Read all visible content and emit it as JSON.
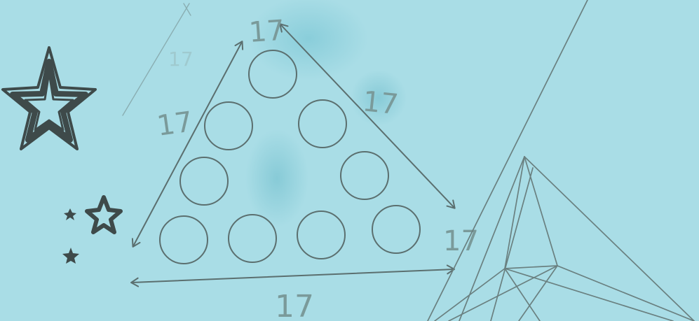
{
  "colors": {
    "paper": "#a9dde6",
    "pencil": "#5b6f6f",
    "faint_pencil": "#8aaeb2",
    "star_ink": "#3e4a4a",
    "watercolor": "#8fd0dc"
  },
  "labels": {
    "top": "17",
    "left": "17",
    "right": "17",
    "bottom": "17",
    "right_edge": "17",
    "corner_faint": "17"
  },
  "circles": {
    "rows": [
      1,
      2,
      2,
      4
    ],
    "total": 9
  },
  "decorations": {
    "stars": [
      "large-star-icon",
      "small-star-icon",
      "tiny-star-icon",
      "tiny-star-icon"
    ]
  }
}
